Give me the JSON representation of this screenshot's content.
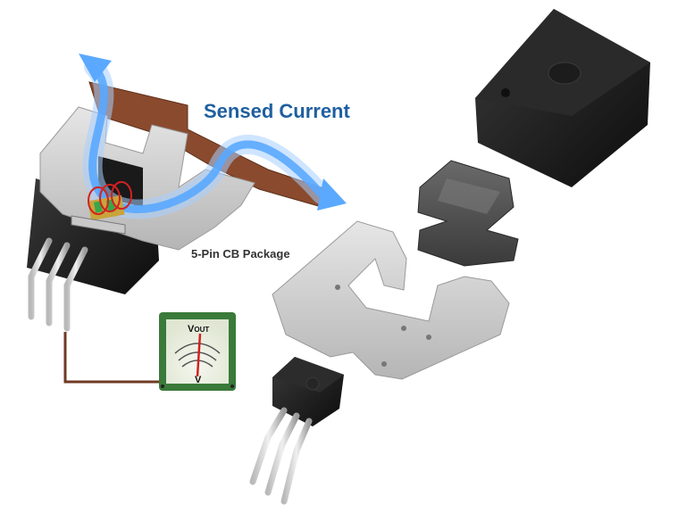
{
  "labels": {
    "sensed_current": "Sensed Current",
    "package": "5-Pin CB Package",
    "meter_v": "V",
    "meter_v_sub": "OUT",
    "meter_unit": "V"
  },
  "colors": {
    "sensed_current_text": "#1f5fa0",
    "current_arrow": "#5aa9ff",
    "copper": "#8a4a2e",
    "meter_frame": "#3a7a3a",
    "meter_needle": "#d42020",
    "housing_black": "#151515",
    "core_gray": "#cfcfcf",
    "wire": "#6e3a22"
  },
  "icons": {
    "current_arrow": "arrow-icon",
    "meter": "voltmeter-icon"
  }
}
